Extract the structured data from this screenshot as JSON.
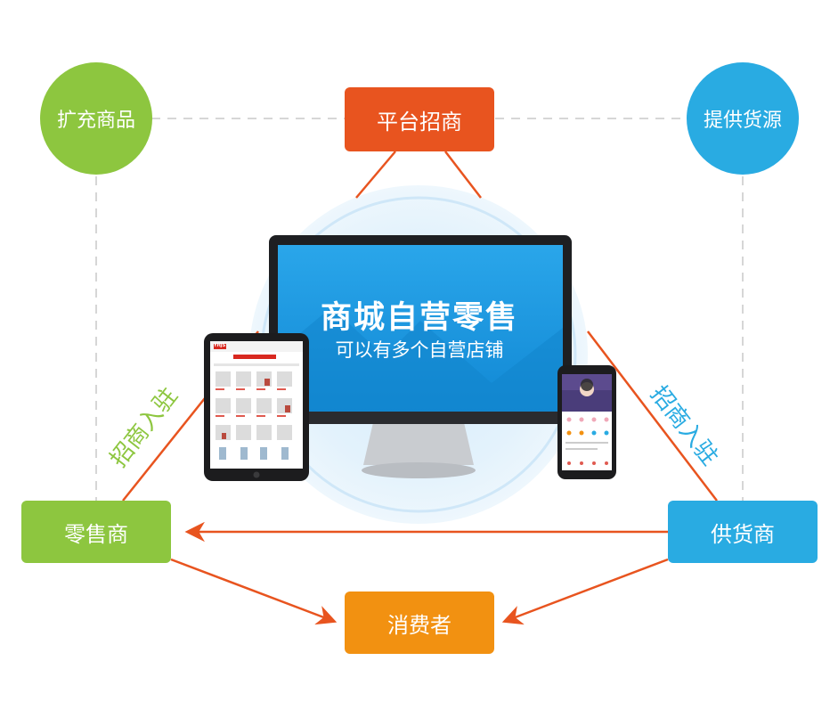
{
  "nodes": {
    "expand_goods": "扩充商品",
    "platform_recruit": "平台招商",
    "supply_source": "提供货源",
    "retailer": "零售商",
    "supplier": "供货商",
    "consumer": "消费者"
  },
  "edge_labels": {
    "left": "招商入驻",
    "right": "招商入驻"
  },
  "screen": {
    "title": "商城自营零售",
    "subtitle": "可以有多个自营店铺"
  },
  "tablet": {
    "brand": "YHJS"
  },
  "colors": {
    "green": "#8dc63f",
    "orange": "#e8541f",
    "blue": "#29abe2",
    "amber": "#f29111",
    "screen_blue": "#1a9be0"
  }
}
